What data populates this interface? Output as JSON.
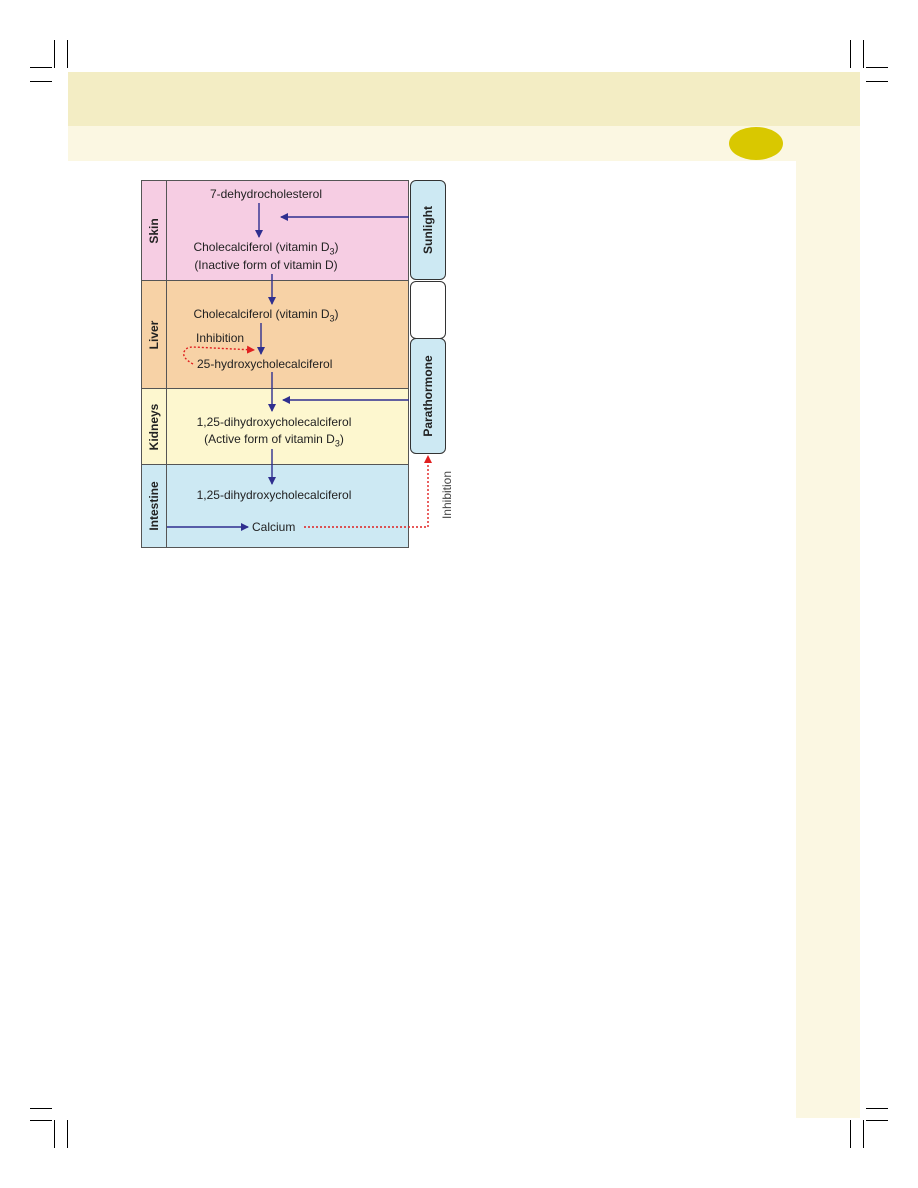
{
  "diagram": {
    "rows": [
      {
        "name": "skin",
        "label": "Skin",
        "color": "#f6cde3"
      },
      {
        "name": "liver",
        "label": "Liver",
        "color": "#f7d2a6"
      },
      {
        "name": "kidneys",
        "label": "Kidneys",
        "color": "#fdf7cf"
      },
      {
        "name": "intestine",
        "label": "Intestine",
        "color": "#cde9f3"
      }
    ],
    "nodes": {
      "dehydro": "7-dehydrocholesterol",
      "chole_skin_main": "Cholecalciferol (vitamin D",
      "chole_skin_sub": "3",
      "chole_skin_close": ")",
      "inactive": "(Inactive form of vitamin D)",
      "chole_liver_main": "Cholecalciferol (vitamin D",
      "chole_liver_sub": "3",
      "chole_liver_close": ")",
      "inhibition_liver": "Inhibition",
      "hydroxy25": "25-hydroxycholecalciferol",
      "dihydroxy_kidney": "1,25-dihydroxycholecalciferol",
      "active_main": "(Active form of vitamin D",
      "active_sub": "3",
      "active_close": ")",
      "dihydroxy_intestine": "1,25-dihydroxycholecalciferol",
      "calcium": "Calcium"
    },
    "side": {
      "sunlight": "Sunlight",
      "parathormone": "Parathormone",
      "inhibition_side": "Inhibition"
    },
    "colors": {
      "flow_arrow": "#2f2f8f",
      "inhibition_arrow": "#e02020"
    }
  }
}
